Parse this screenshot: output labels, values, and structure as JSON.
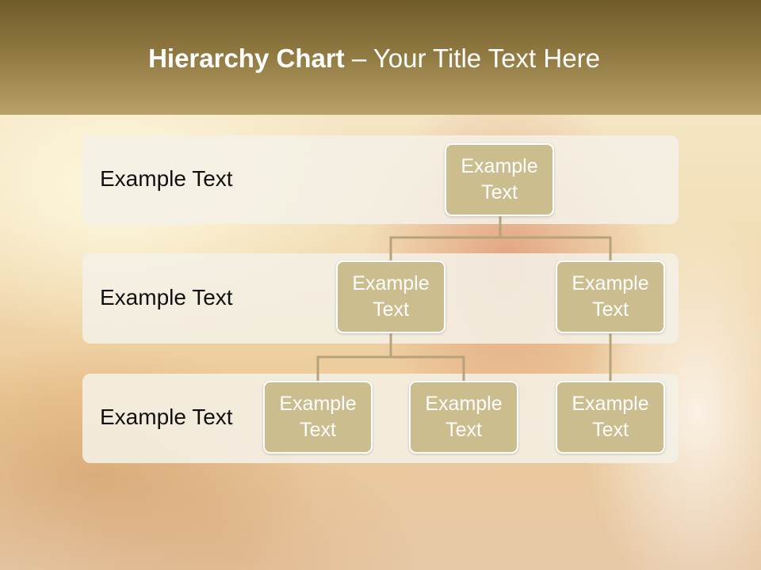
{
  "title": {
    "bold": "Hierarchy Chart",
    "separator": " – ",
    "rest": "Your Title Text Here"
  },
  "levels": [
    {
      "label": "Example Text"
    },
    {
      "label": "Example Text"
    },
    {
      "label": "Example Text"
    }
  ],
  "nodes": {
    "root": "Example Text",
    "level2_left": "Example Text",
    "level2_right": "Example Text",
    "level3_a": "Example Text",
    "level3_b": "Example Text",
    "level3_c": "Example Text"
  },
  "colors": {
    "header": "#8f7840",
    "node_fill": "#ccbd8f",
    "connector": "#b5a37a",
    "band": "#f4f0e6"
  }
}
